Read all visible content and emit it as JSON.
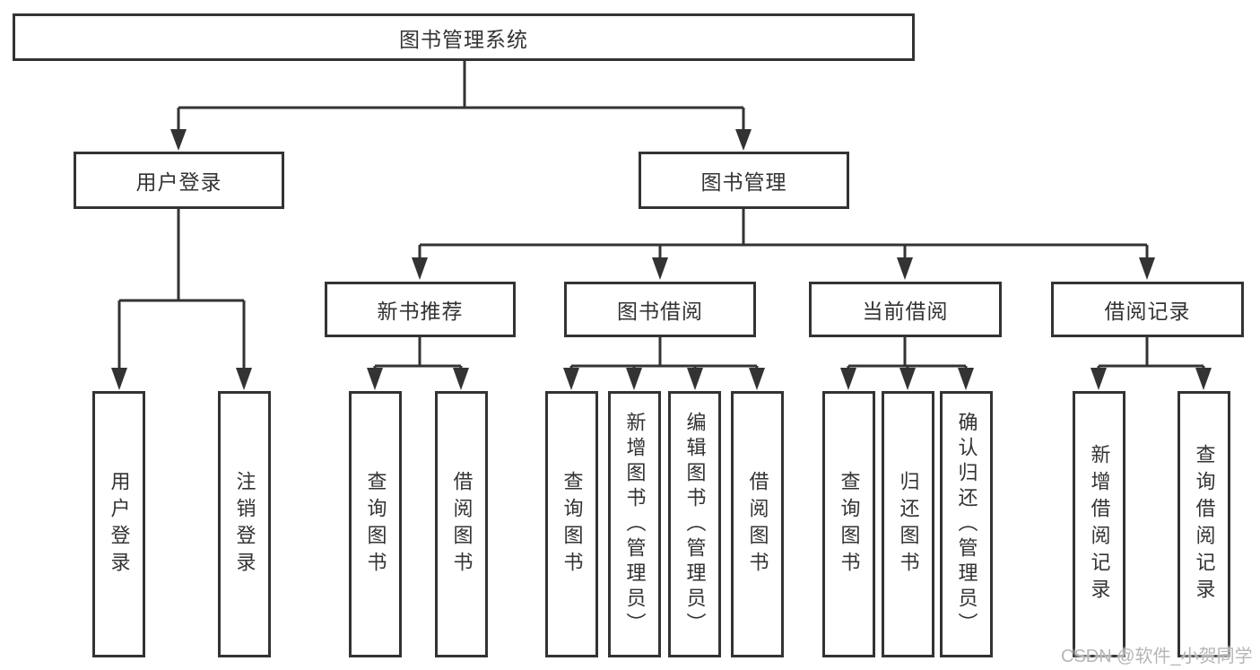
{
  "diagram": {
    "root": {
      "label": "图书管理系统"
    },
    "branches": [
      {
        "label": "用户登录",
        "children": [
          {
            "label": "用户登录"
          },
          {
            "label": "注销登录"
          }
        ]
      },
      {
        "label": "图书管理",
        "children": [
          {
            "label": "新书推荐",
            "children": [
              {
                "label": "查询图书"
              },
              {
                "label": "借阅图书"
              }
            ]
          },
          {
            "label": "图书借阅",
            "children": [
              {
                "label": "查询图书"
              },
              {
                "label": "新增图书（管理员）"
              },
              {
                "label": "编辑图书（管理员）"
              },
              {
                "label": "借阅图书"
              }
            ]
          },
          {
            "label": "当前借阅",
            "children": [
              {
                "label": "查询图书"
              },
              {
                "label": "归还图书"
              },
              {
                "label": "确认归还（管理员）"
              }
            ]
          },
          {
            "label": "借阅记录",
            "children": [
              {
                "label": "新增借阅记录"
              },
              {
                "label": "查询借阅记录"
              }
            ]
          }
        ]
      }
    ]
  },
  "watermark": {
    "text": "CSDN @软件_小贺同学",
    "color": "#b6b6b6"
  },
  "colors": {
    "line": "#333333",
    "border": "#333333",
    "text": "#333333",
    "background": "#ffffff"
  }
}
